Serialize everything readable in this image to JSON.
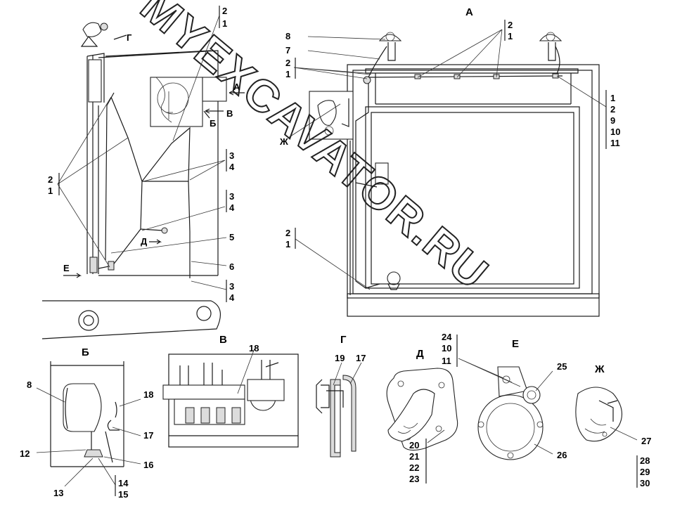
{
  "titles": {
    "A": "А",
    "B": "Б",
    "V": "В",
    "G": "Г",
    "D": "Д",
    "E": "Е",
    "Zh": "Ж"
  },
  "arrows": {
    "A": "А",
    "B": "Б",
    "V": "В",
    "G": "Г",
    "D": "Д",
    "E": "Е",
    "Zh": "Ж"
  },
  "callouts": {
    "left": {
      "top": [
        "2",
        "1"
      ],
      "mid_right_1": [
        "3",
        "4"
      ],
      "mid_right_2": [
        "3",
        "4"
      ],
      "five": "5",
      "six": "6",
      "bottom_right": [
        "3",
        "4"
      ],
      "left_side": [
        "2",
        "1"
      ]
    },
    "viewA": {
      "eight": "8",
      "seven": "7",
      "left_pair": [
        "2",
        "1"
      ],
      "top_pair": [
        "2",
        "1"
      ],
      "right_stack": [
        "1",
        "2",
        "9",
        "10",
        "11"
      ],
      "lower_pair": [
        "2",
        "1"
      ]
    },
    "viewB": {
      "eight": "8",
      "eighteen": "18",
      "seventeen": "17",
      "twelve": "12",
      "sixteen": "16",
      "thirteen": "13",
      "bottom_pair": [
        "14",
        "15"
      ]
    },
    "viewV": {
      "eighteen": "18"
    },
    "viewG": {
      "nineteen": "19",
      "seventeen": "17"
    },
    "viewD": {
      "stack": [
        "20",
        "21",
        "22",
        "23"
      ]
    },
    "viewE": {
      "stack": [
        "24",
        "10",
        "11"
      ],
      "twentyfive": "25",
      "twentysix": "26"
    },
    "viewZh": {
      "twentyseven": "27",
      "stack": [
        "28",
        "29",
        "30"
      ]
    }
  },
  "watermark": "MYEXCAVATOR.RU"
}
